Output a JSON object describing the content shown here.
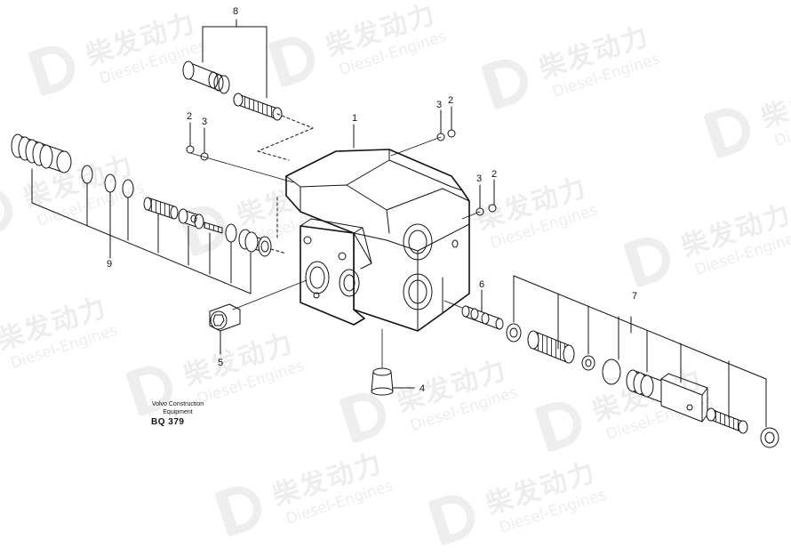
{
  "watermark": {
    "brand_cn": "柴发动力",
    "brand_en": "Diesel-Engines"
  },
  "caption": {
    "line1": "Volvo Construction",
    "line2": "Equipment",
    "code": "BQ 379"
  },
  "callouts": {
    "n1": "1",
    "n2a": "2",
    "n2b": "2",
    "n2c": "2",
    "n3a": "3",
    "n3b": "3",
    "n3c": "3",
    "n4": "4",
    "n5": "5",
    "n6": "6",
    "n7": "7",
    "n8": "8",
    "n9": "9"
  }
}
